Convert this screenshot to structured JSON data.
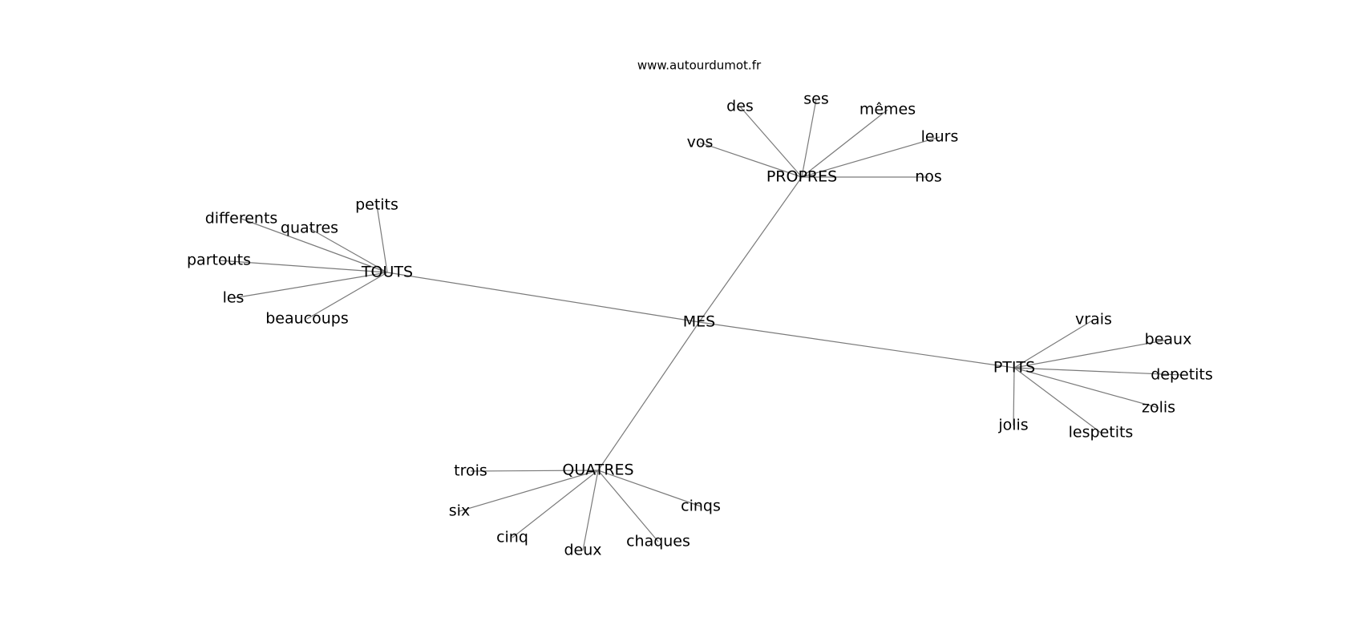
{
  "credit": "www.autourdumot.fr",
  "center": "MES",
  "clusters": [
    {
      "hub": "PROPRES",
      "leaves": [
        "vos",
        "des",
        "ses",
        "mêmes",
        "leurs",
        "nos"
      ]
    },
    {
      "hub": "TOUTS",
      "leaves": [
        "differents",
        "quatres",
        "petits",
        "partouts",
        "les",
        "beaucoups"
      ]
    },
    {
      "hub": "PTITS",
      "leaves": [
        "vrais",
        "beaux",
        "depetits",
        "zolis",
        "lespetits",
        "jolis"
      ]
    },
    {
      "hub": "QUATRES",
      "leaves": [
        "trois",
        "six",
        "cinq",
        "deux",
        "chaques",
        "cinqs"
      ]
    }
  ]
}
